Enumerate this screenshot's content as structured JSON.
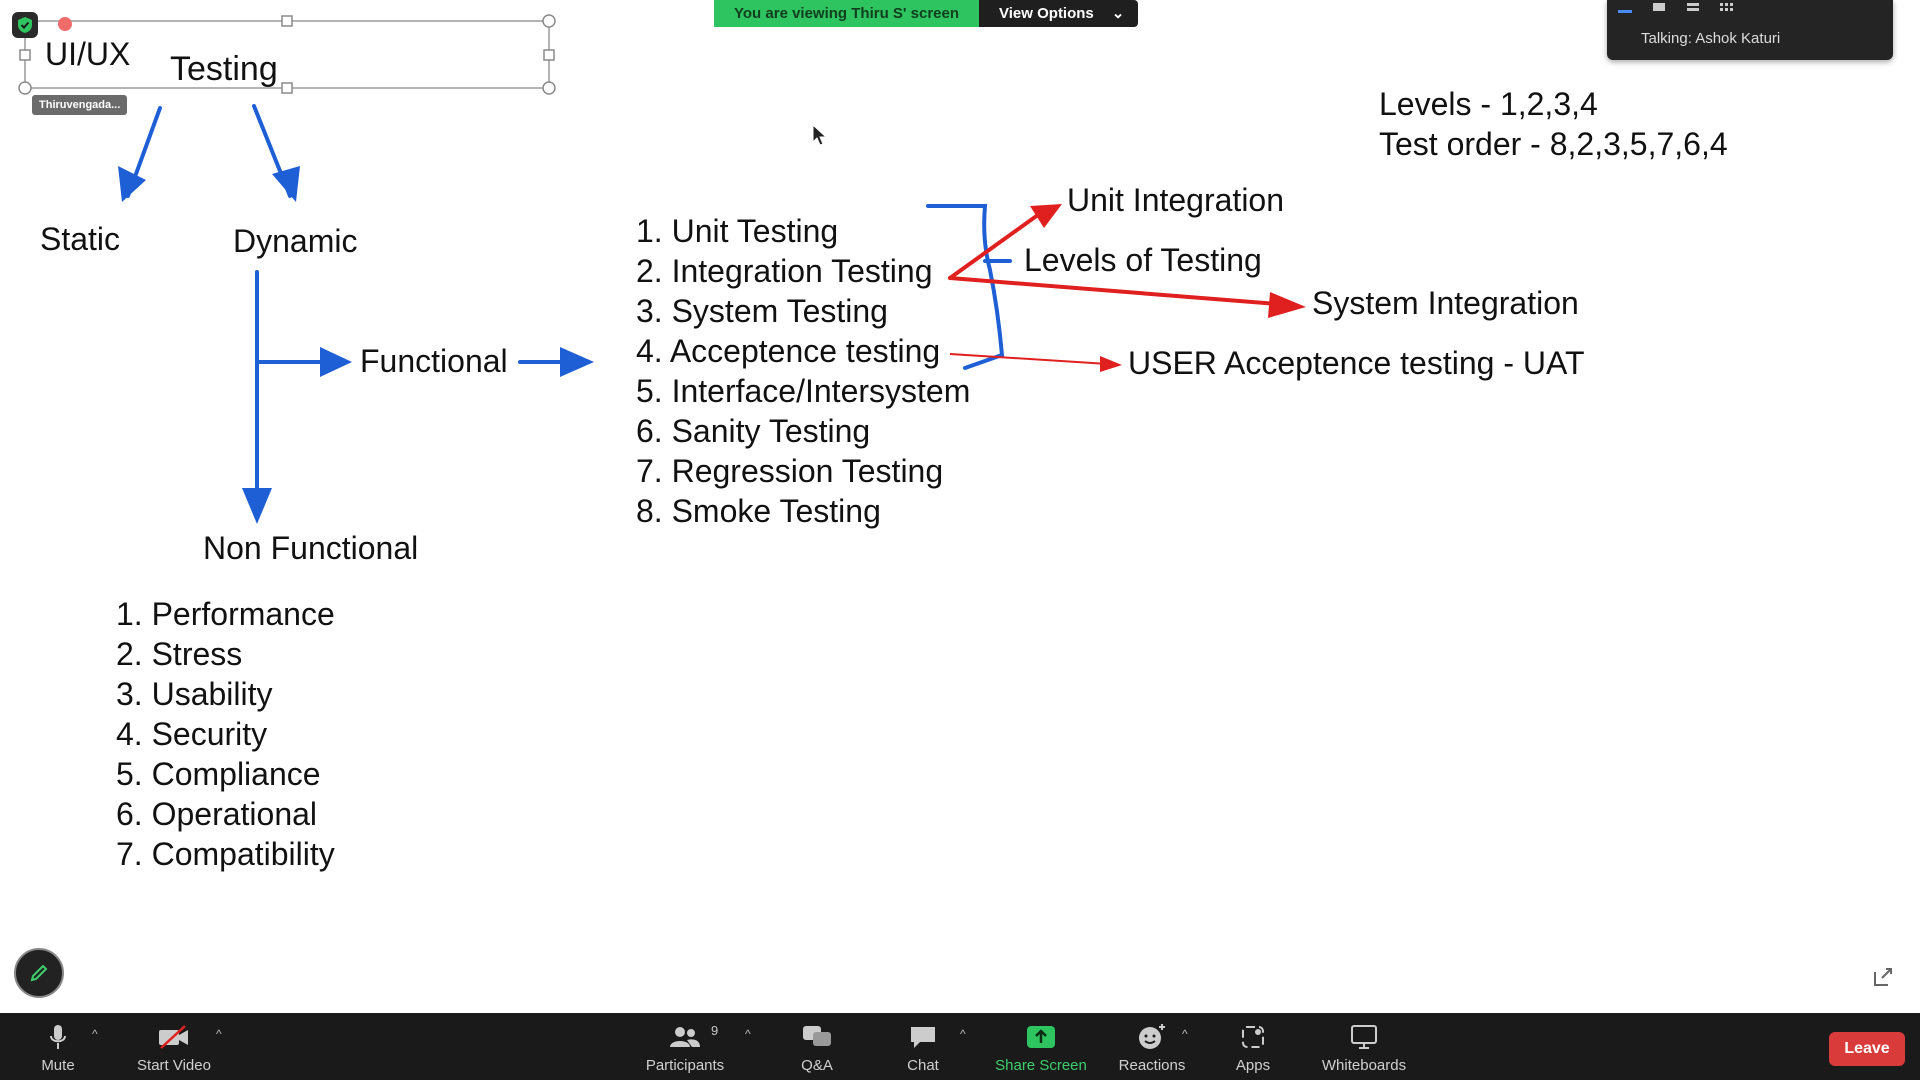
{
  "banner": {
    "viewing_text": "You are viewing Thiru S' screen",
    "view_options_label": "View Options"
  },
  "talking_panel": {
    "label": "Talking: Ashok Katuri"
  },
  "annotator_tag": "Thiruvengada...",
  "whiteboard": {
    "title_left": "UI/UX",
    "title_right": "Testing",
    "static_label": "Static",
    "dynamic_label": "Dynamic",
    "functional_label": "Functional",
    "non_functional_label": "Non Functional",
    "levels_line": "Levels - 1,2,3,4",
    "test_order_line": "Test order - 8,2,3,5,7,6,4",
    "functional_list": [
      "1. Unit Testing",
      "2. Integration Testing",
      "3. System Testing",
      "4. Acceptence testing",
      "5. Interface/Intersystem",
      "6. Sanity Testing",
      "7. Regression Testing",
      "8. Smoke Testing"
    ],
    "non_functional_list": [
      "1. Performance",
      "2. Stress",
      "3. Usability",
      "4. Security",
      "5. Compliance",
      "6. Operational",
      "7. Compatibility"
    ],
    "levels_of_testing_label": "Levels of Testing",
    "unit_integration_label": "Unit Integration",
    "system_integration_label": "System Integration",
    "uat_label": "USER Acceptence testing - UAT"
  },
  "toolbar": {
    "mute": "Mute",
    "start_video": "Start Video",
    "participants": "Participants",
    "participants_count": "9",
    "qa": "Q&A",
    "chat": "Chat",
    "share_screen": "Share Screen",
    "reactions": "Reactions",
    "apps": "Apps",
    "whiteboards": "Whiteboards",
    "leave": "Leave"
  },
  "colors": {
    "annotation_blue": "#1f5fd6",
    "annotation_red": "#e0201f",
    "share_green": "#2ec45f",
    "leave_red": "#d93b3b"
  }
}
